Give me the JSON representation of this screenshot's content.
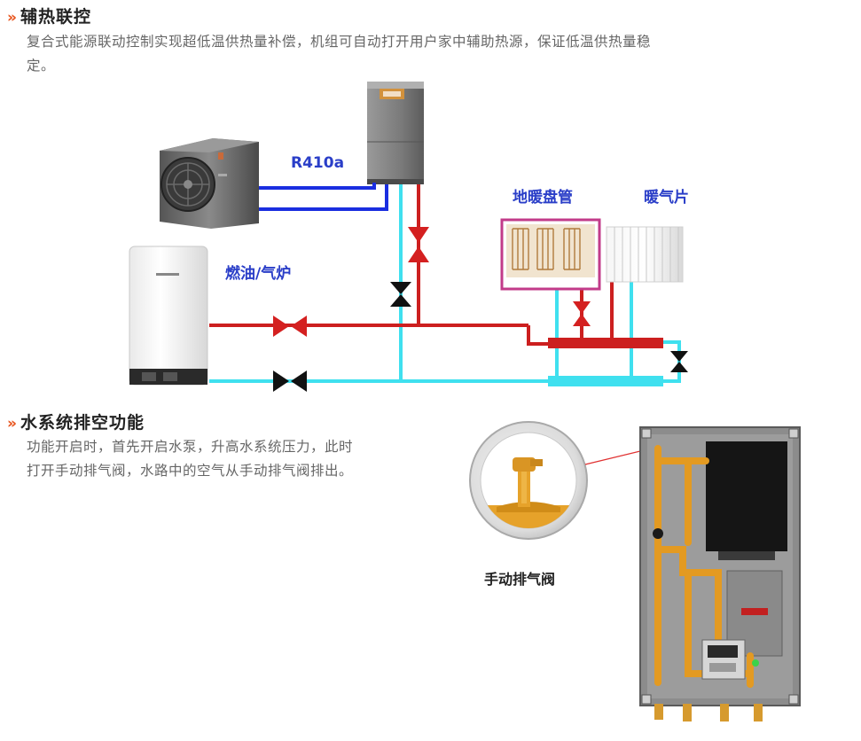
{
  "section1": {
    "title": "辅热联控",
    "desc_line1": "复合式能源联动控制实现超低温供热量补偿，机组可自动打开用户家中辅助热源，保证低温供热量稳",
    "desc_line2": "定。"
  },
  "diagram": {
    "refrigerant_label": "R410a",
    "floor_heating_label": "地暖盘管",
    "radiator_label": "暖气片",
    "boiler_label": "燃油/气炉"
  },
  "section2": {
    "title": "水系统排空功能",
    "desc_line1": "功能开启时，首先开启水泵，升高水系统压力，此时",
    "desc_line2": "打开手动排气阀，水路中的空气从手动排气阀排出。",
    "valve_label": "手动排气阀"
  },
  "colors": {
    "accent": "#e8541d",
    "refrigerant_pipe": "#1a2ee0",
    "hot_pipe": "#cc1f1f",
    "cold_pipe": "#3fe0ef",
    "label_blue": "#2a3ec8"
  }
}
